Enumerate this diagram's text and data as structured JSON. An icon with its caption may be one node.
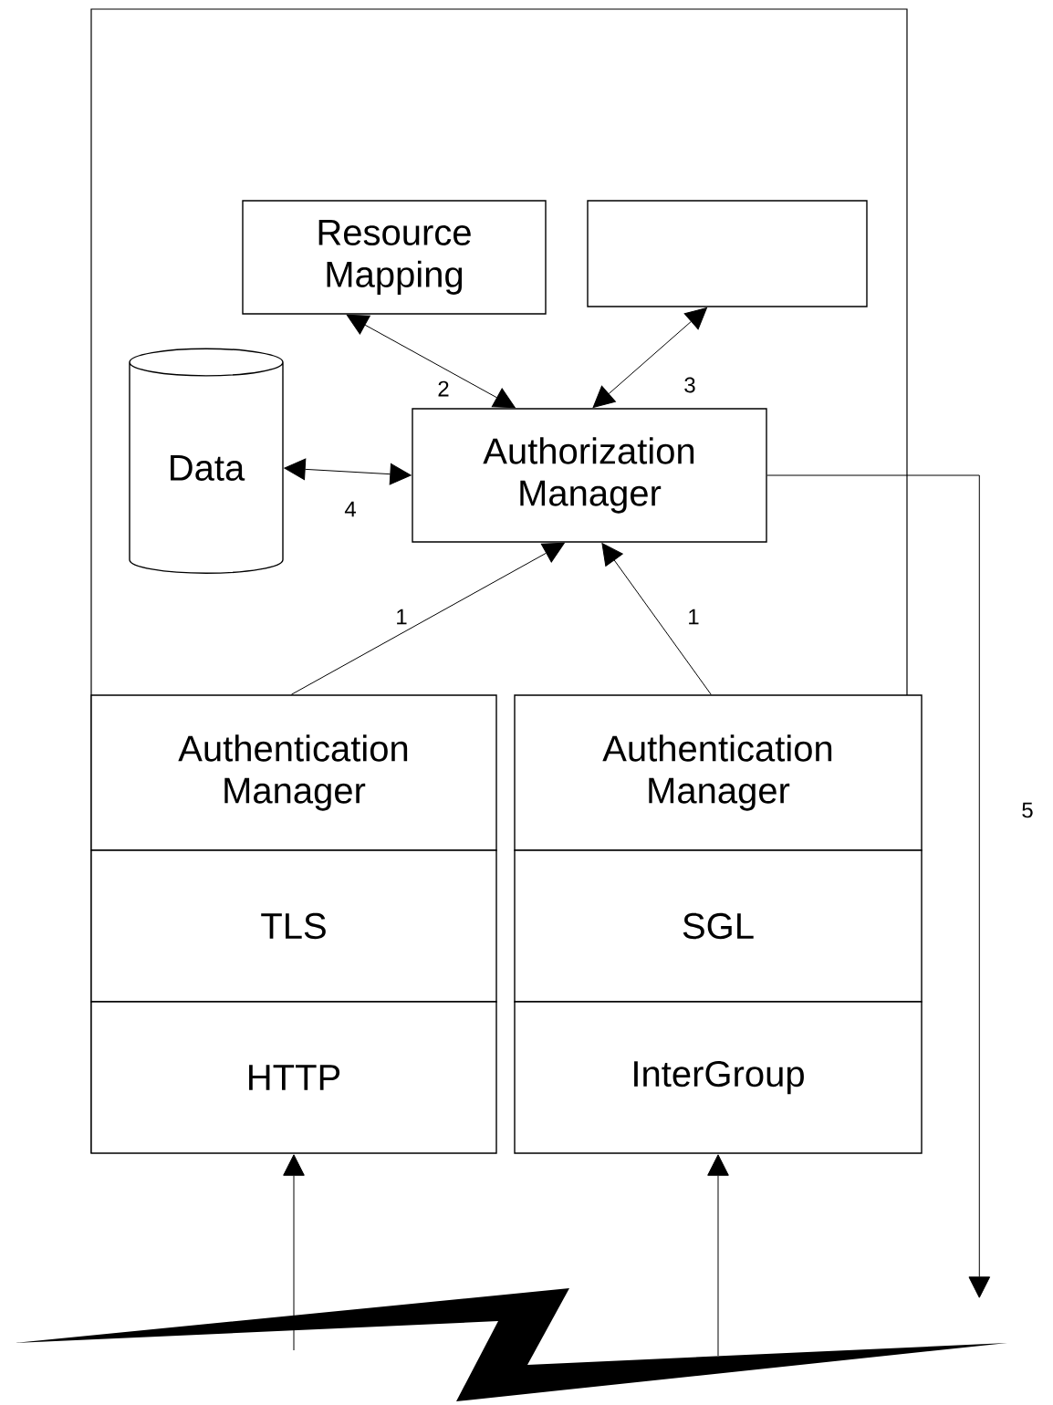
{
  "diagram": {
    "nodes": [
      {
        "text": [
          "Resource Mapping"
        ]
      },
      {
        "text": [],
        "shape": "box"
      },
      {
        "text": [
          "Data"
        ]
      },
      {
        "text": [
          "Authorization Manager"
        ]
      },
      {
        "text": [
          "Authentication Manager"
        ]
      },
      {
        "text": [
          "TLS"
        ]
      },
      {
        "text": [
          "HTTP"
        ]
      },
      {
        "text": [
          "Authentication Manager"
        ]
      },
      {
        "text": [
          "SGL"
        ]
      },
      {
        "text": [
          "InterGroup"
        ]
      },
      {
        "text": [],
        "shape": "lightning"
      }
    ],
    "edges": [
      {
        "from": 0,
        "to": 3,
        "arrow": "both",
        "label": "2"
      },
      {
        "from": 1,
        "to": 3,
        "arrow": "both",
        "label": "3"
      },
      {
        "from": 2,
        "to": 3,
        "arrow": "both",
        "label": "4"
      },
      {
        "from": 4,
        "to": 3,
        "arrow": "to",
        "label": "1"
      },
      {
        "from": 7,
        "to": 3,
        "arrow": "to",
        "label": "1"
      },
      {
        "from": 3,
        "to": 10,
        "arrow": "to",
        "label": "5"
      },
      {
        "from": 10,
        "to": 6,
        "arrow": "to"
      },
      {
        "from": 10,
        "to": 9,
        "arrow": "to"
      }
    ]
  }
}
